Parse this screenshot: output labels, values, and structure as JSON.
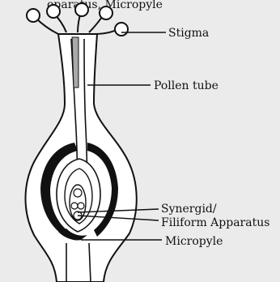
{
  "header": {
    "partial_title": "oparatus, Micropyle"
  },
  "labels": {
    "stigma": "Stigma",
    "pollen_tube": "Pollen tube",
    "synergid_1": "Synergid/",
    "synergid_2": "Filiform Apparatus",
    "micropyle": "Micropyle"
  },
  "colors": {
    "background": "#ebebeb",
    "outline": "#111111",
    "tissue": "#ffffff",
    "pollen_tube_fill": "#a9a9a9",
    "integument": "#111111"
  }
}
